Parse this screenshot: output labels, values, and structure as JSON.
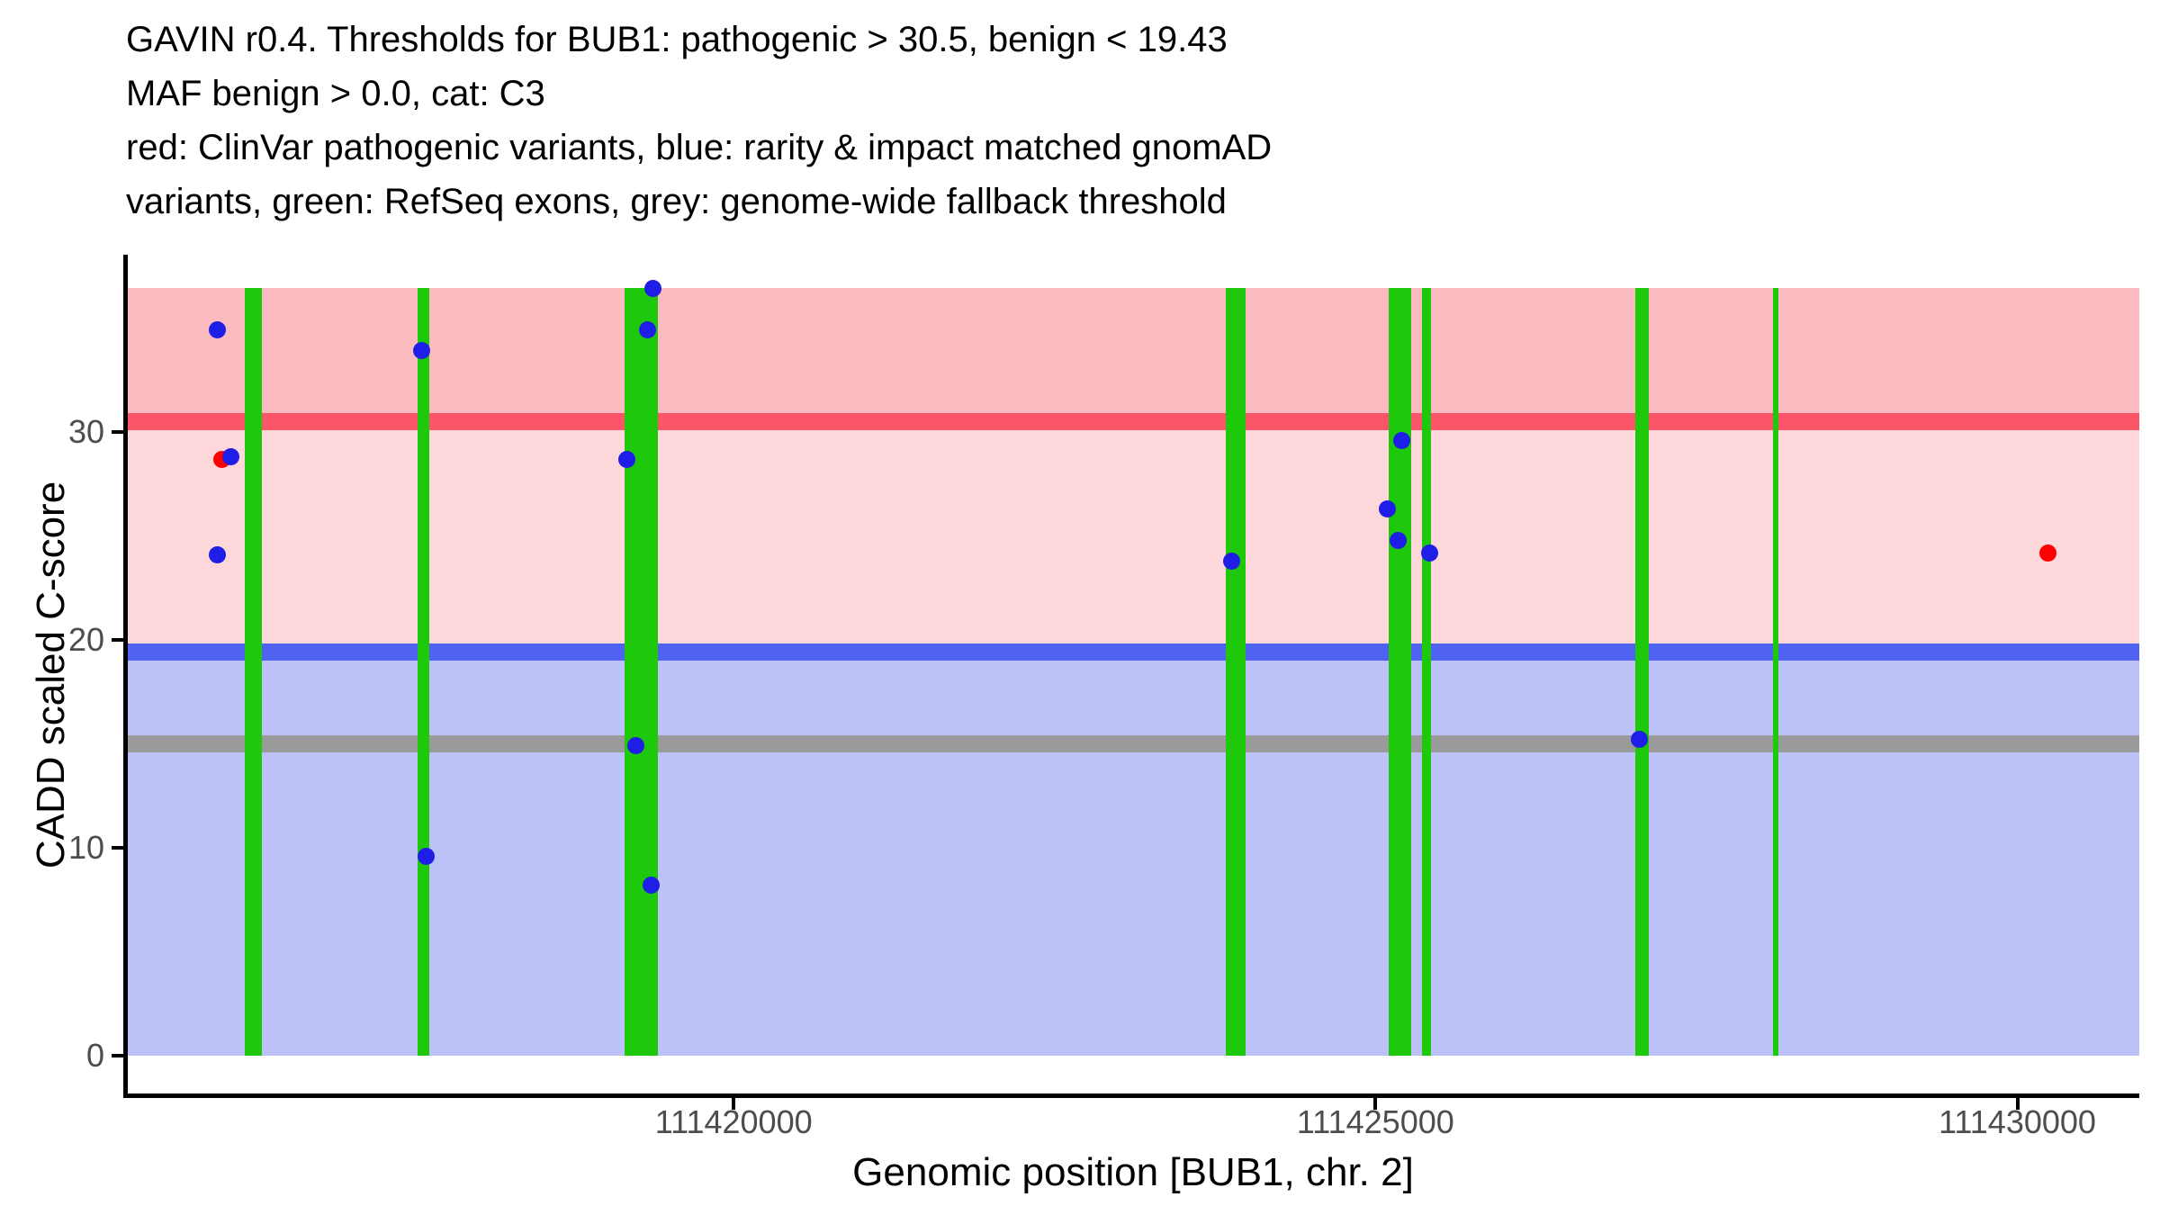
{
  "chart_data": {
    "type": "scatter",
    "title_lines": [
      "GAVIN r0.4. Thresholds for BUB1: pathogenic > 30.5, benign < 19.43",
      "MAF benign > 0.0, cat: C3",
      "red: ClinVar pathogenic variants, blue: rarity & impact matched gnomAD",
      "variants, green: RefSeq exons, grey: genome-wide fallback threshold"
    ],
    "xlabel": "Genomic position [BUB1, chr. 2]",
    "ylabel": "CADD scaled C-score",
    "xlim": [
      111415280,
      111430950
    ],
    "ylim": [
      0,
      36.93
    ],
    "grid": false,
    "legend_position": "none",
    "x_axis": {
      "ticks": [
        {
          "value": 111420000,
          "label": "111420000"
        },
        {
          "value": 111425000,
          "label": "111425000"
        },
        {
          "value": 111430000,
          "label": "111430000"
        }
      ]
    },
    "y_axis": {
      "ticks": [
        {
          "value": 0,
          "label": "0"
        },
        {
          "value": 10,
          "label": "10"
        },
        {
          "value": 20,
          "label": "20"
        },
        {
          "value": 30,
          "label": "30"
        }
      ]
    },
    "thresholds": {
      "pathogenic_gt": 30.5,
      "benign_lt": 19.43,
      "maf_benign_gt": 0.0,
      "category": "C3",
      "genome_wide_fallback": 15
    },
    "exons": [
      {
        "start": 111416191,
        "end": 111416325
      },
      {
        "start": 111417538,
        "end": 111417629
      },
      {
        "start": 111419150,
        "end": 111419410
      },
      {
        "start": 111423834,
        "end": 111423988
      },
      {
        "start": 111425103,
        "end": 111425278
      },
      {
        "start": 111425362,
        "end": 111425432
      },
      {
        "start": 111427024,
        "end": 111427129
      },
      {
        "start": 111428099,
        "end": 111428141
      }
    ],
    "series": [
      {
        "name": "ClinVar pathogenic variants",
        "color_key": "point_clinvar",
        "points": [
          {
            "pos": 111416016,
            "score": 28.7
          },
          {
            "pos": 111430235,
            "score": 24.2
          }
        ]
      },
      {
        "name": "rarity & impact matched gnomAD variants",
        "color_key": "point_gnomad",
        "points": [
          {
            "pos": 111415981,
            "score": 34.9
          },
          {
            "pos": 111416086,
            "score": 28.8
          },
          {
            "pos": 111415981,
            "score": 24.1
          },
          {
            "pos": 111417566,
            "score": 33.9
          },
          {
            "pos": 111417601,
            "score": 9.6
          },
          {
            "pos": 111419171,
            "score": 28.7
          },
          {
            "pos": 111419241,
            "score": 14.9
          },
          {
            "pos": 111419332,
            "score": 34.9
          },
          {
            "pos": 111419360,
            "score": 8.2
          },
          {
            "pos": 111419374,
            "score": 36.9
          },
          {
            "pos": 111423876,
            "score": 23.8
          },
          {
            "pos": 111425089,
            "score": 26.3
          },
          {
            "pos": 111425173,
            "score": 24.8
          },
          {
            "pos": 111425201,
            "score": 29.6
          },
          {
            "pos": 111425425,
            "score": 24.2
          },
          {
            "pos": 111427052,
            "score": 15.2
          }
        ]
      }
    ],
    "colors": {
      "band_pathogenic": "#FBB9C0",
      "band_intermediate": "#FED7DB",
      "band_benign": "#BCC2F8",
      "line_pathogenic": "#FA5569",
      "line_benign": "#4F63F0",
      "line_fallback": "#9A9A9A",
      "exon_green": "#1EC80A",
      "point_gnomad": "#1E1EE6",
      "point_clinvar": "#FF0000",
      "axis_text": "#4d4d4d",
      "axis_line": "#000000",
      "background": "#FFFFFF"
    }
  }
}
